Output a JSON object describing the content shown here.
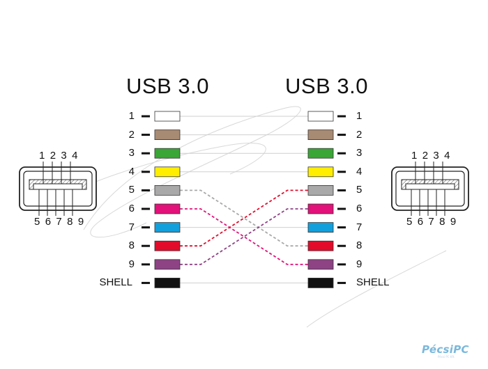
{
  "titles": {
    "left": "USB 3.0",
    "right": "USB 3.0"
  },
  "pins": [
    {
      "label": "1",
      "color": "#ffffff"
    },
    {
      "label": "2",
      "color": "#a88b73"
    },
    {
      "label": "3",
      "color": "#3aa635"
    },
    {
      "label": "4",
      "color": "#ffee00"
    },
    {
      "label": "5",
      "color": "#a9a9a9"
    },
    {
      "label": "6",
      "color": "#e2127a"
    },
    {
      "label": "7",
      "color": "#12a0dc"
    },
    {
      "label": "8",
      "color": "#e30b2a"
    },
    {
      "label": "9",
      "color": "#8e4385"
    },
    {
      "label": "SHELL",
      "color": "#111111"
    }
  ],
  "wiring": [
    {
      "from": "1",
      "to": "1",
      "style": "solid"
    },
    {
      "from": "2",
      "to": "2",
      "style": "solid"
    },
    {
      "from": "3",
      "to": "3",
      "style": "solid"
    },
    {
      "from": "4",
      "to": "4",
      "style": "solid"
    },
    {
      "from": "5",
      "to": "8",
      "style": "dashed"
    },
    {
      "from": "6",
      "to": "9",
      "style": "dashed"
    },
    {
      "from": "7",
      "to": "7",
      "style": "solid"
    },
    {
      "from": "8",
      "to": "5",
      "style": "dashed"
    },
    {
      "from": "9",
      "to": "6",
      "style": "dashed"
    },
    {
      "from": "SHELL",
      "to": "SHELL",
      "style": "solid"
    }
  ],
  "connector": {
    "top_pins": "1 2 3 4",
    "bottom_pins": "5 6 7 8 9"
  },
  "logo": {
    "text": "PécsiPC",
    "sub": "Pécsi PC Kft."
  }
}
